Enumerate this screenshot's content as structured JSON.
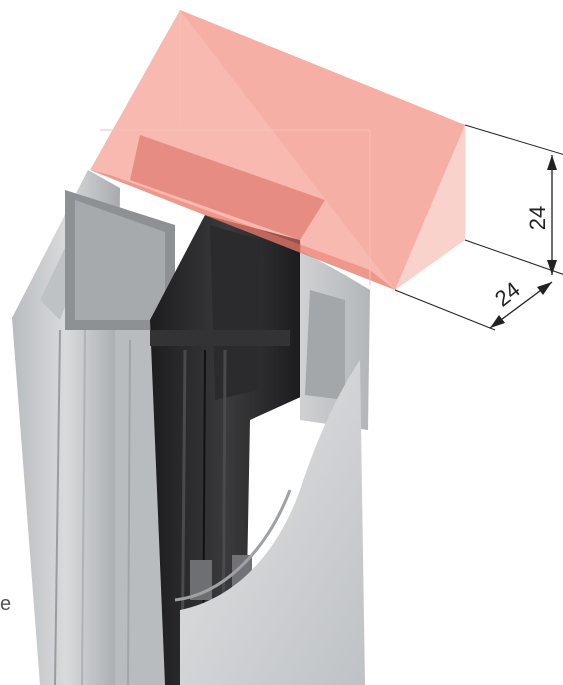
{
  "dimensions": {
    "height_label": "24",
    "depth_label": "24"
  },
  "edge_fragment": "e",
  "colors": {
    "glass_block": "#f08070",
    "aluminium": "#c9cbcd",
    "aluminium_dark": "#9ea1a4",
    "insulating_core": "#2a2a2c",
    "dimension_line": "#222222"
  }
}
